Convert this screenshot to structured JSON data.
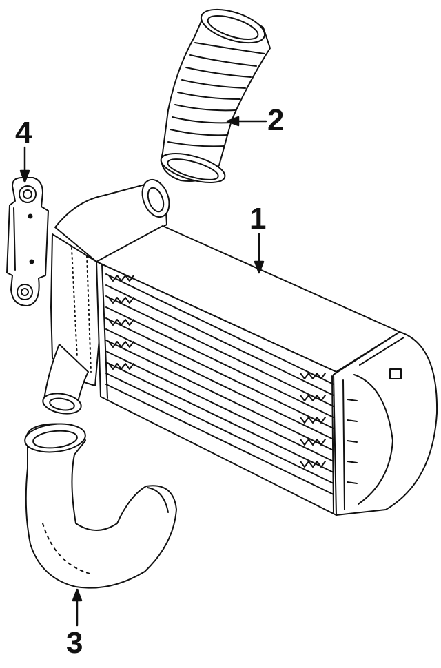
{
  "callouts": {
    "one": "1",
    "two": "2",
    "three": "3",
    "four": "4"
  },
  "parts": [
    {
      "number": "1",
      "part": "intercooler-core"
    },
    {
      "number": "2",
      "part": "upper-intake-hose"
    },
    {
      "number": "3",
      "part": "lower-outlet-hose"
    },
    {
      "number": "4",
      "part": "mounting-bracket"
    }
  ],
  "colors": {
    "ink": "#111111",
    "paper": "#ffffff"
  }
}
